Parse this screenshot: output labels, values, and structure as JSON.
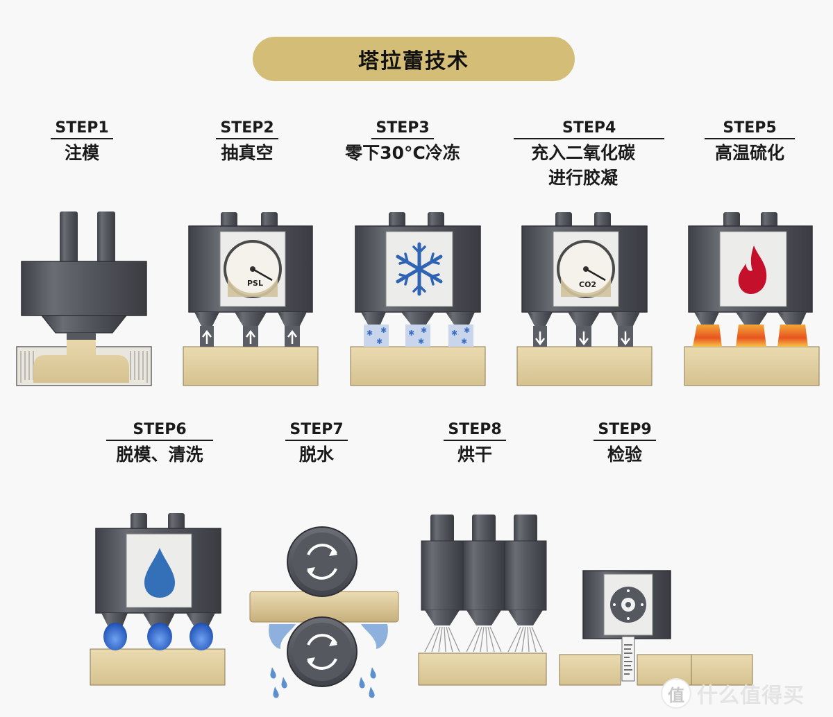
{
  "title": "塔拉蕾技术",
  "steps": [
    {
      "num": "STEP1",
      "desc": "注模",
      "desc2": ""
    },
    {
      "num": "STEP2",
      "desc": "抽真空",
      "desc2": ""
    },
    {
      "num": "STEP3",
      "desc": "零下30°C冷冻",
      "desc2": ""
    },
    {
      "num": "STEP4",
      "desc": "充入二氧化碳",
      "desc2": "进行胶凝"
    },
    {
      "num": "STEP5",
      "desc": "高温硫化",
      "desc2": ""
    },
    {
      "num": "STEP6",
      "desc": "脱模、清洗",
      "desc2": ""
    },
    {
      "num": "STEP7",
      "desc": "脱水",
      "desc2": ""
    },
    {
      "num": "STEP8",
      "desc": "烘干",
      "desc2": ""
    },
    {
      "num": "STEP9",
      "desc": "检验",
      "desc2": ""
    }
  ],
  "gauge_labels": {
    "step2": "PSL",
    "step4": "CO2"
  },
  "watermark": {
    "text": "什么值得买",
    "logo": "值"
  },
  "colors": {
    "title_bg": "#d4bd76",
    "machine": "#55585f",
    "foam": "#e0cf9f",
    "snow": "#2f63b4",
    "flame": "#c4102a",
    "water": "#3470b8"
  },
  "icons": [
    "gauge-icon",
    "snowflake-icon",
    "flame-icon",
    "water-drop-icon",
    "rotation-arrows-icon",
    "inspection-target-icon"
  ]
}
